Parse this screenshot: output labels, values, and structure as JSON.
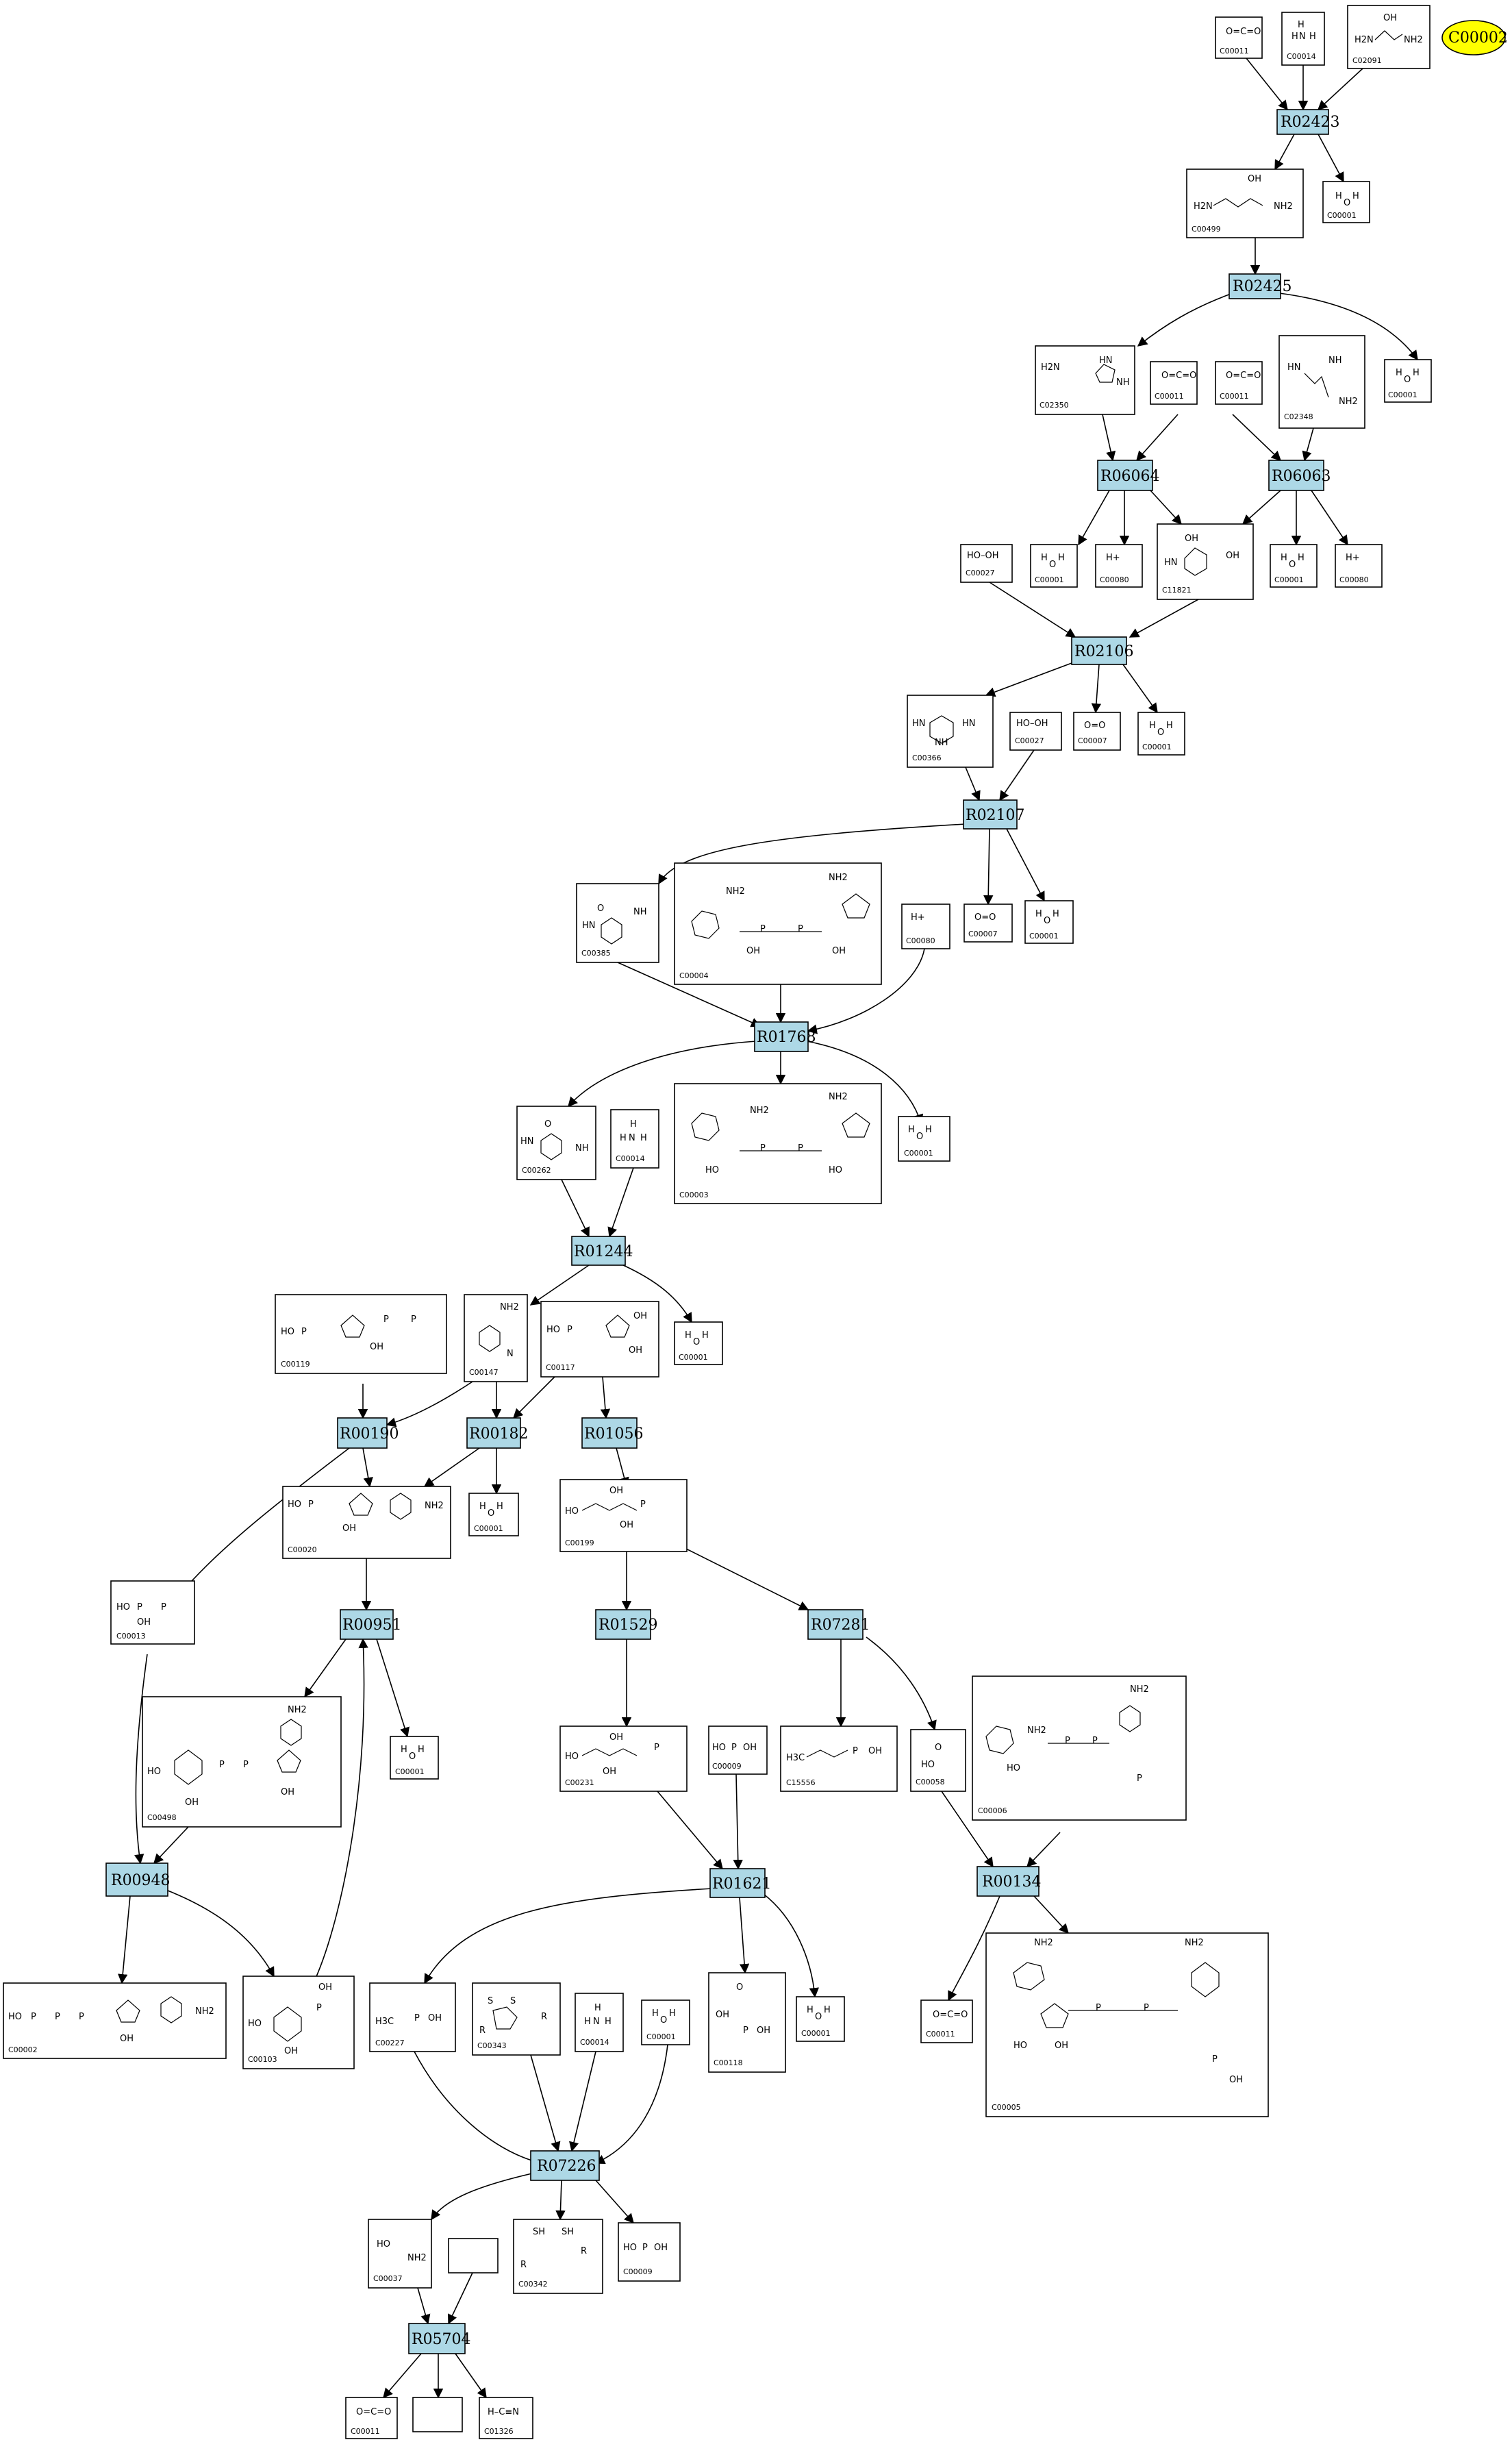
{
  "highlight": {
    "id": "C00002",
    "color": "#ffff00"
  },
  "colors": {
    "reaction_fill": "#add8e6",
    "edge": "#000000",
    "compound_fill": "#ffffff"
  },
  "reactions": [
    "R02423",
    "R02425",
    "R06064",
    "R06063",
    "R02106",
    "R02107",
    "R01768",
    "R01244",
    "R00190",
    "R00182",
    "R01056",
    "R00951",
    "R01529",
    "R07281",
    "R00948",
    "R01621",
    "R00134",
    "R07226",
    "R05704"
  ],
  "compounds": [
    {
      "id": "C00011",
      "label": "C00011",
      "struct": "O=C=O"
    },
    {
      "id": "C00014",
      "label": "C00014",
      "struct": "NH3"
    },
    {
      "id": "C02091",
      "label": "C02091",
      "struct": "H2N-CO-NH-CH-COOH"
    },
    {
      "id": "C00001",
      "label": "C00001",
      "struct": "H2O"
    },
    {
      "id": "C00499",
      "label": "C00499",
      "struct": "H2N-CO-NH-CH(COOH)-NH-CO-NH2"
    },
    {
      "id": "C02350",
      "label": "C02350",
      "struct": "H2N-CO-NH..."
    },
    {
      "id": "C02348",
      "label": "C02348",
      "struct": "HN-CO-NH..."
    },
    {
      "id": "C00027",
      "label": "C00027",
      "struct": "HO-OH"
    },
    {
      "id": "C00080",
      "label": "C00080",
      "struct": "H+"
    },
    {
      "id": "C11821",
      "label": "C11821",
      "struct": "purine-diol"
    },
    {
      "id": "C00366",
      "label": "C00366",
      "struct": "urate"
    },
    {
      "id": "C00007",
      "label": "C00007",
      "struct": "O=O"
    },
    {
      "id": "C00385",
      "label": "C00385",
      "struct": "xanthine"
    },
    {
      "id": "C00004",
      "label": "C00004",
      "struct": "NADH"
    },
    {
      "id": "C00262",
      "label": "C00262",
      "struct": "hypoxanthine"
    },
    {
      "id": "C00003",
      "label": "C00003",
      "struct": "NAD+"
    },
    {
      "id": "C00119",
      "label": "C00119",
      "struct": "PRPP"
    },
    {
      "id": "C00147",
      "label": "C00147",
      "struct": "adenine"
    },
    {
      "id": "C00117",
      "label": "C00117",
      "struct": "ribose-5P"
    },
    {
      "id": "C00020",
      "label": "C00020",
      "struct": "AMP"
    },
    {
      "id": "C00199",
      "label": "C00199",
      "struct": "ribulose-5P"
    },
    {
      "id": "C00013",
      "label": "C00013",
      "struct": "PPi"
    },
    {
      "id": "C00498",
      "label": "C00498",
      "struct": "ADP-glucose"
    },
    {
      "id": "C00231",
      "label": "C00231",
      "struct": "xylulose-5P"
    },
    {
      "id": "C00009",
      "label": "C00009",
      "struct": "Pi"
    },
    {
      "id": "C15556",
      "label": "C15556",
      "struct": "methylglyoxal-P"
    },
    {
      "id": "C00058",
      "label": "C00058",
      "struct": "formate"
    },
    {
      "id": "C00006",
      "label": "C00006",
      "struct": "NADP+"
    },
    {
      "id": "C00002",
      "label": "C00002",
      "struct": "ATP"
    },
    {
      "id": "C00103",
      "label": "C00103",
      "struct": "glucose-1P"
    },
    {
      "id": "C00227",
      "label": "C00227",
      "struct": "acetyl phosphate"
    },
    {
      "id": "C00343",
      "label": "C00343",
      "struct": "thioredoxin disulfide"
    },
    {
      "id": "C00118",
      "label": "C00118",
      "struct": "glyceraldehyde-3P"
    },
    {
      "id": "C00005",
      "label": "C00005",
      "struct": "NADPH"
    },
    {
      "id": "C00037",
      "label": "C00037",
      "struct": "glycine"
    },
    {
      "id": "C00342",
      "label": "C00342",
      "struct": "thioredoxin"
    },
    {
      "id": "C01326",
      "label": "C01326",
      "struct": "HCN"
    }
  ],
  "mol_text": {
    "co2": "O=C=O",
    "nh3_h": "H",
    "nh3_n": "N",
    "water_h": "H",
    "water_o": "O",
    "hplus": "H+",
    "hooh": "HO–OH",
    "o2": "O=O",
    "nh2": "NH2",
    "oh": "OH",
    "ho": "HO",
    "p": "P",
    "o": "O",
    "n": "N",
    "nh": "NH",
    "hn": "HN",
    "h2n": "H2N",
    "h3c": "H3C",
    "sh": "SH",
    "s": "S",
    "r": "R",
    "hcn": "H–C≡N"
  }
}
